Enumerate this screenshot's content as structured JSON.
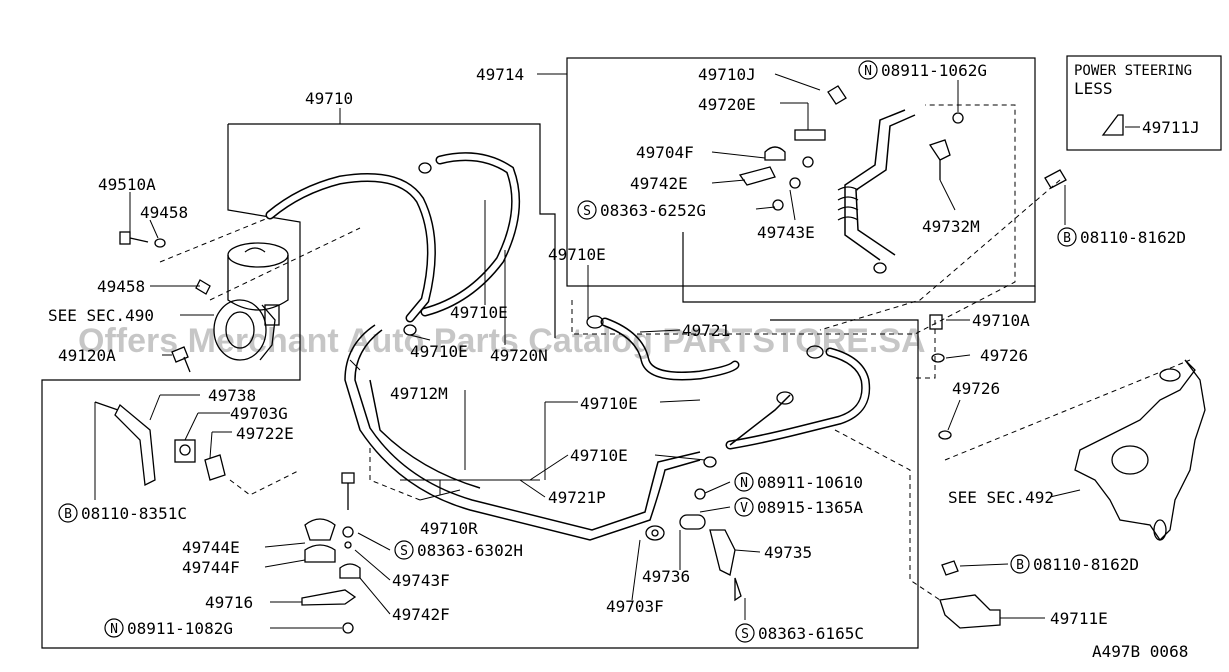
{
  "diagram": {
    "watermark": "Offers Merchant Auto Parts Catalog PARTSTORE.SA",
    "drawing_code": "A497B 0068",
    "inset": {
      "line1": "POWER STEERING",
      "line2": "LESS",
      "part": "49711J"
    },
    "labels": {
      "p49710": "49710",
      "p49714": "49714",
      "p49710J": "49710J",
      "n08911_1062G": "08911-1062G",
      "p49720E": "49720E",
      "p49704F": "49704F",
      "p49742E": "49742E",
      "s08363_6252G": "08363-6252G",
      "p49743E": "49743E",
      "p49732M": "49732M",
      "b08110_8162D_top": "08110-8162D",
      "p49510A": "49510A",
      "p49458a": "49458",
      "p49458b": "49458",
      "see490": "SEE SEC.490",
      "p49120A": "49120A",
      "p49710E_a": "49710E",
      "p49710E_b": "49710E",
      "p49710E_c": "49710E",
      "p49710E_d": "49710E",
      "p49710E_e": "49710E",
      "p49720N": "49720N",
      "p49721": "49721",
      "p49710A": "49710A",
      "p49726a": "49726",
      "p49726b": "49726",
      "p49712M": "49712M",
      "p49738": "49738",
      "p49703G": "49703G",
      "p49722E": "49722E",
      "b08110_8351C": "08110-8351C",
      "p49721P": "49721P",
      "p49710R": "49710R",
      "n08911_10610": "08911-10610",
      "v08915_1365A": "08915-1365A",
      "see492": "SEE SEC.492",
      "p49744E": "49744E",
      "p49744F": "49744F",
      "s08363_6302H": "08363-6302H",
      "p49743F": "49743F",
      "p49716": "49716",
      "p49742F": "49742F",
      "n08911_1082G": "08911-1082G",
      "p49736": "49736",
      "p49735": "49735",
      "p49703F": "49703F",
      "s08363_6165C": "08363-6165C",
      "b08110_8162D_bot": "08110-8162D",
      "p49711E": "49711E"
    },
    "badges": {
      "N": "N",
      "S": "S",
      "B": "B",
      "V": "V"
    }
  }
}
